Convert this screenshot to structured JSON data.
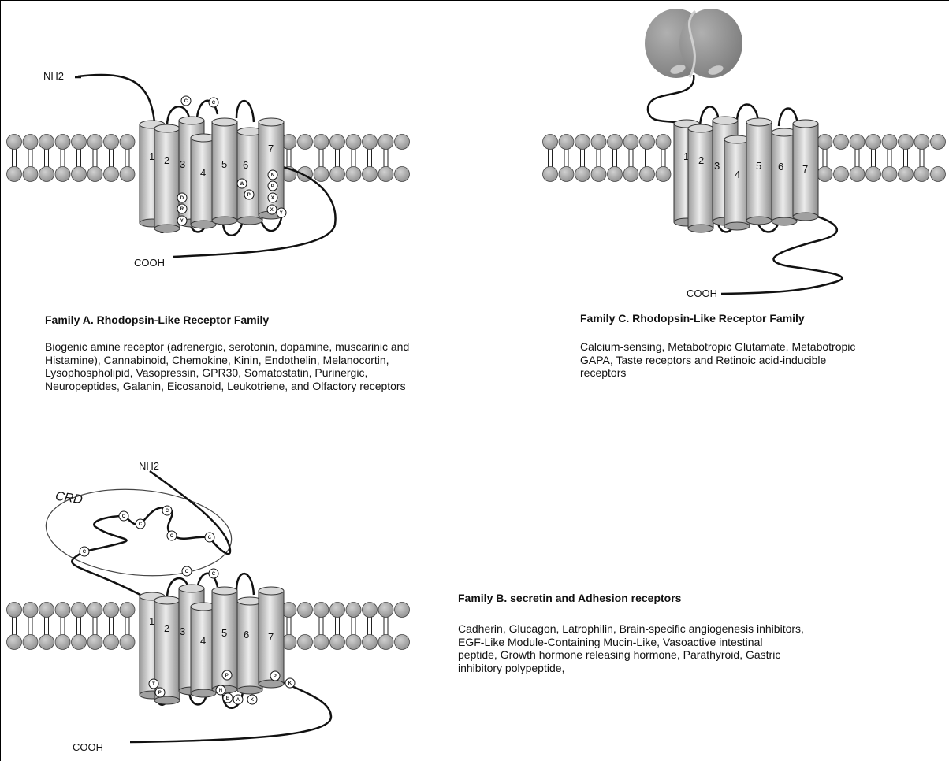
{
  "family_a": {
    "nterm": "NH2",
    "cterm": "COOH",
    "helices": [
      "1",
      "2",
      "3",
      "4",
      "5",
      "6",
      "7"
    ],
    "residues_ext": [
      "C",
      "C"
    ],
    "residues_dry": [
      "D",
      "R",
      "Y"
    ],
    "residues_w_p": [
      "W",
      "P"
    ],
    "residues_npxxy": [
      "N",
      "P",
      "X",
      "X",
      "Y"
    ],
    "title": "Family A. Rhodopsin-Like Receptor Family",
    "description": "Biogenic amine receptor (adrenergic, serotonin, dopamine, muscarinic and Histamine), Cannabinoid, Chemokine, Kinin, Endothelin, Melanocortin, Lysophospholipid, Vasopressin, GPR30, Somatostatin, Purinergic, Neuropeptides, Galanin, Eicosanoid, Leukotriene,  and Olfactory receptors"
  },
  "family_c": {
    "cterm": "COOH",
    "helices": [
      "1",
      "2",
      "3",
      "4",
      "5",
      "6",
      "7"
    ],
    "title": "Family C. Rhodopsin-Like Receptor Family",
    "description": "Calcium-sensing, Metabotropic Glutamate, Metabotropic GAPA,  Taste receptors and Retinoic acid-inducible receptors"
  },
  "family_b": {
    "nterm": "NH2",
    "cterm": "COOH",
    "crd_label": "CRD",
    "helices": [
      "1",
      "2",
      "3",
      "4",
      "5",
      "6",
      "7"
    ],
    "crd_residues": [
      "C",
      "C",
      "C",
      "C",
      "C",
      "C"
    ],
    "residues_ext": [
      "C",
      "C"
    ],
    "residues_tp": [
      "T",
      "P"
    ],
    "residues_pneak": [
      "P",
      "N",
      "E",
      "A",
      "K"
    ],
    "residues_pk": [
      "P",
      "K"
    ],
    "title": "Family B. secretin and Adhesion receptors",
    "description": "Cadherin, Glucagon, Latrophilin, Brain-specific angiogenesis inhibitors, EGF-Like Module-Containing Mucin-Like, Vasoactive intestinal peptide, Growth hormone releasing hormone, Parathyroid, Gastric inhibitory polypeptide,"
  },
  "colors": {
    "lipid": "#a6a6a6",
    "helix_light": "#e6e6e6",
    "helix_dark": "#8c8c8c",
    "venus_flytrap": "#8f8f8f"
  }
}
